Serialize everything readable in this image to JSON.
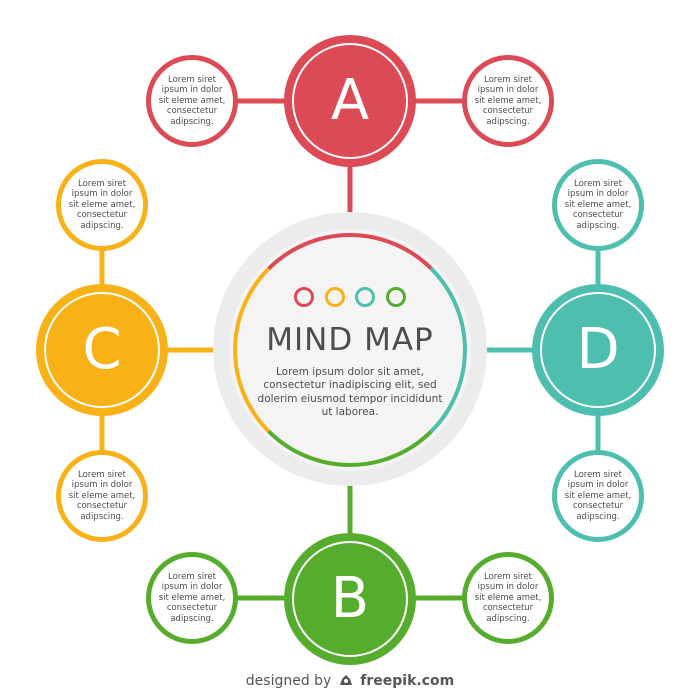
{
  "colors": {
    "red": "#dc4a55",
    "green": "#56ad2d",
    "orange": "#f8b116",
    "teal": "#4ebfae",
    "text": "#4d4d4d"
  },
  "center": {
    "title": "MIND MAP",
    "description": "Lorem ipsum dolor sit amet, consectetur inadipiscing elit, sed dolerim eiusmod tempor incididunt ut laborea."
  },
  "hubs": {
    "a": {
      "letter": "A"
    },
    "b": {
      "letter": "B"
    },
    "c": {
      "letter": "C"
    },
    "d": {
      "letter": "D"
    }
  },
  "bubbles": {
    "a_left": "Lorem siret ipsum in dolor sit eleme amet, consectetur adipscing.",
    "a_right": "Lorem siret ipsum in dolor sit eleme amet, consectetur adipscing.",
    "b_left": "Lorem siret ipsum in dolor sit eleme amet, consectetur adipscing.",
    "b_right": "Lorem siret ipsum in dolor sit eleme amet, consectetur adipscing.",
    "c_top": "Lorem siret ipsum in dolor sit eleme amet, consectetur adipscing.",
    "c_bottom": "Lorem siret ipsum in dolor sit eleme amet, consectetur adipscing.",
    "d_top": "Lorem siret ipsum in dolor sit eleme amet, consectetur adipscing.",
    "d_bottom": "Lorem siret ipsum in dolor sit eleme amet, consectetur adipscing."
  },
  "credit": {
    "prefix": "designed by",
    "brand": "freepik.com"
  }
}
